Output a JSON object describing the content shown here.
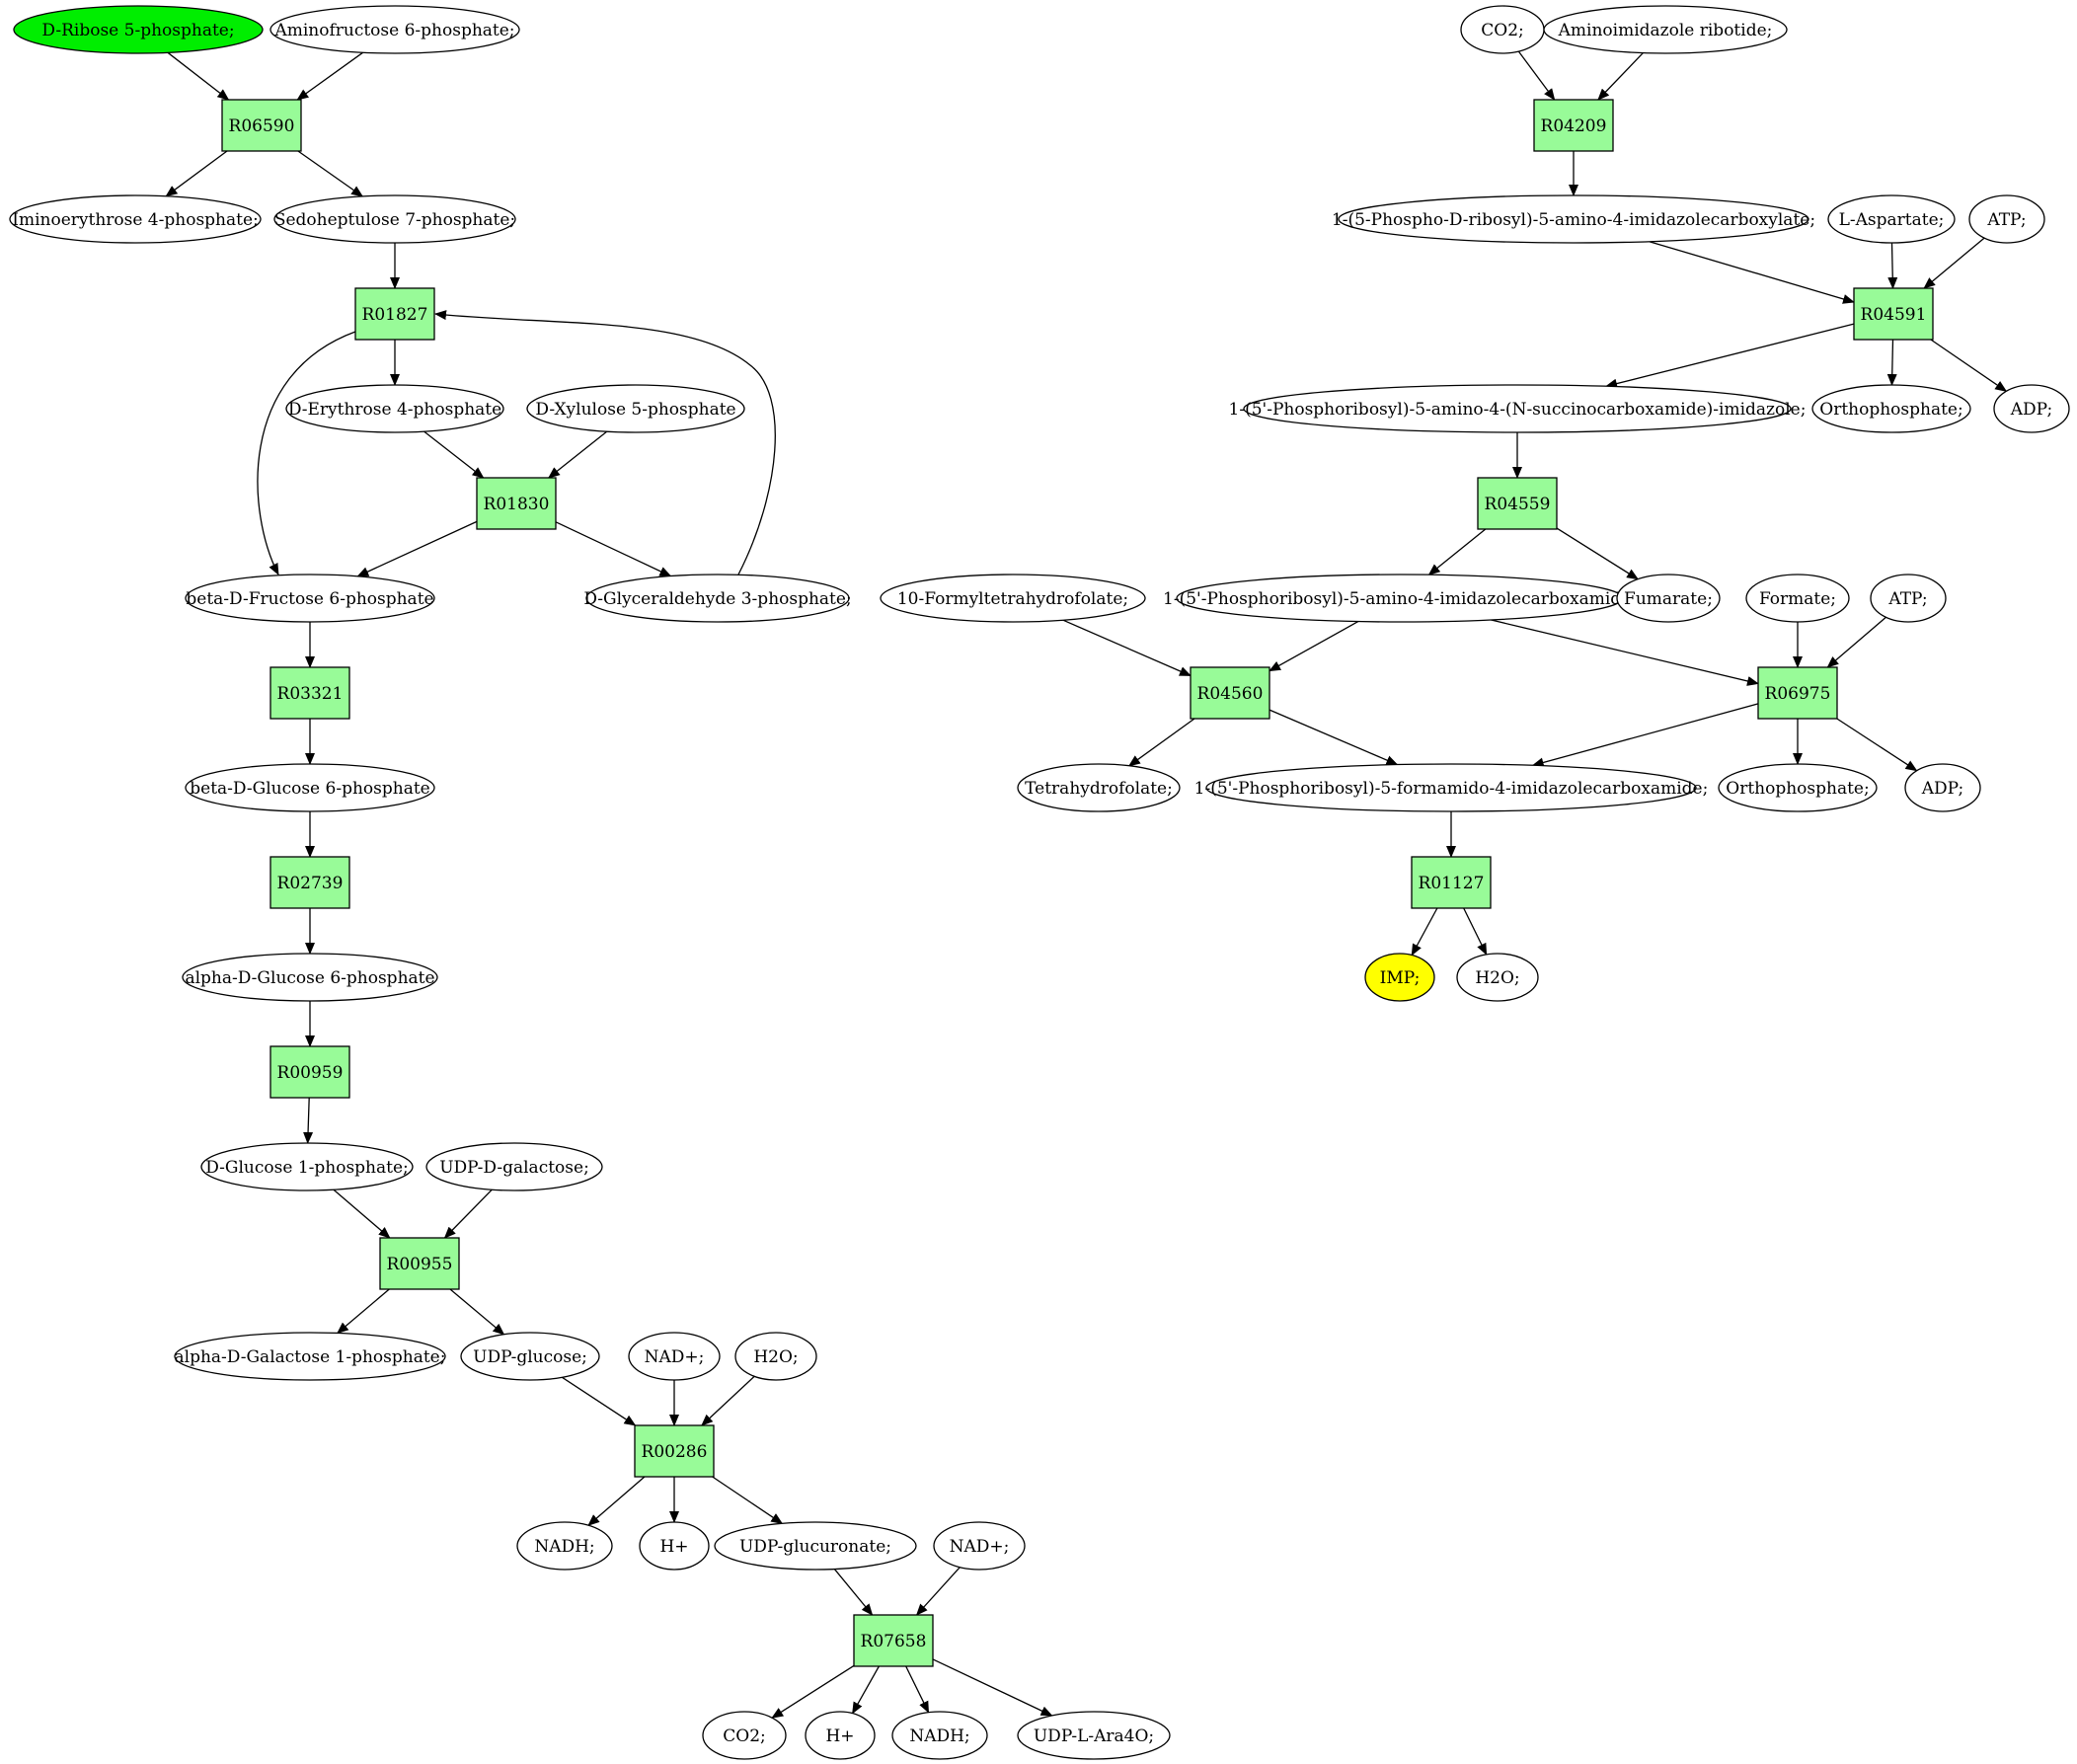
{
  "colors": {
    "reaction_fill": "#98FB98",
    "compound_fill": "#FFFFFF",
    "start_fill": "#00EE00",
    "target_fill": "#FFFF00",
    "stroke": "#000000"
  },
  "nodes": [
    {
      "id": "c_ribose5p",
      "kind": "compound",
      "label": "D-Ribose 5-phosphate;",
      "highlight": "start"
    },
    {
      "id": "c_aminofructose6p",
      "kind": "compound",
      "label": "Aminofructose 6-phosphate;"
    },
    {
      "id": "r_R06590",
      "kind": "reaction",
      "label": "R06590"
    },
    {
      "id": "c_iminoerythrose4p",
      "kind": "compound",
      "label": "Iminoerythrose 4-phosphate;"
    },
    {
      "id": "c_sedoheptulose7p",
      "kind": "compound",
      "label": "Sedoheptulose 7-phosphate;"
    },
    {
      "id": "r_R01827",
      "kind": "reaction",
      "label": "R01827"
    },
    {
      "id": "c_derythrose4p",
      "kind": "compound",
      "label": "D-Erythrose 4-phosphate"
    },
    {
      "id": "c_dxylulose5p",
      "kind": "compound",
      "label": "D-Xylulose 5-phosphate"
    },
    {
      "id": "r_R01830",
      "kind": "reaction",
      "label": "R01830"
    },
    {
      "id": "c_bdfructose6p",
      "kind": "compound",
      "label": "beta-D-Fructose 6-phosphate"
    },
    {
      "id": "c_glyceraldehyde3p",
      "kind": "compound",
      "label": "D-Glyceraldehyde 3-phosphate;"
    },
    {
      "id": "r_R03321",
      "kind": "reaction",
      "label": "R03321"
    },
    {
      "id": "c_bdglucose6p",
      "kind": "compound",
      "label": "beta-D-Glucose 6-phosphate"
    },
    {
      "id": "r_R02739",
      "kind": "reaction",
      "label": "R02739"
    },
    {
      "id": "c_adglucose6p",
      "kind": "compound",
      "label": "alpha-D-Glucose 6-phosphate"
    },
    {
      "id": "r_R00959",
      "kind": "reaction",
      "label": "R00959"
    },
    {
      "id": "c_dglucose1p",
      "kind": "compound",
      "label": "D-Glucose 1-phosphate;"
    },
    {
      "id": "c_udpdgalactose",
      "kind": "compound",
      "label": "UDP-D-galactose;"
    },
    {
      "id": "r_R00955",
      "kind": "reaction",
      "label": "R00955"
    },
    {
      "id": "c_adgalactose1p",
      "kind": "compound",
      "label": "alpha-D-Galactose 1-phosphate;"
    },
    {
      "id": "c_udpglucose",
      "kind": "compound",
      "label": "UDP-glucose;"
    },
    {
      "id": "c_nad_1",
      "kind": "compound",
      "label": "NAD+;"
    },
    {
      "id": "c_h2o_1",
      "kind": "compound",
      "label": "H2O;"
    },
    {
      "id": "r_R00286",
      "kind": "reaction",
      "label": "R00286"
    },
    {
      "id": "c_nadh_1",
      "kind": "compound",
      "label": "NADH;"
    },
    {
      "id": "c_hplus_1",
      "kind": "compound",
      "label": "H+"
    },
    {
      "id": "c_udpglucuronate",
      "kind": "compound",
      "label": "UDP-glucuronate;"
    },
    {
      "id": "c_nad_2",
      "kind": "compound",
      "label": "NAD+;"
    },
    {
      "id": "r_R07658",
      "kind": "reaction",
      "label": "R07658"
    },
    {
      "id": "c_co2_2",
      "kind": "compound",
      "label": "CO2;"
    },
    {
      "id": "c_hplus_2",
      "kind": "compound",
      "label": "H+"
    },
    {
      "id": "c_nadh_2",
      "kind": "compound",
      "label": "NADH;"
    },
    {
      "id": "c_udplara4o",
      "kind": "compound",
      "label": "UDP-L-Ara4O;"
    },
    {
      "id": "c_co2_1",
      "kind": "compound",
      "label": "CO2;"
    },
    {
      "id": "c_air",
      "kind": "compound",
      "label": "Aminoimidazole ribotide;"
    },
    {
      "id": "r_R04209",
      "kind": "reaction",
      "label": "R04209"
    },
    {
      "id": "c_cair",
      "kind": "compound",
      "label": "1-(5-Phospho-D-ribosyl)-5-amino-4-imidazolecarboxylate;"
    },
    {
      "id": "c_laspartate",
      "kind": "compound",
      "label": "L-Aspartate;"
    },
    {
      "id": "c_atp_1",
      "kind": "compound",
      "label": "ATP;"
    },
    {
      "id": "r_R04591",
      "kind": "reaction",
      "label": "R04591"
    },
    {
      "id": "c_saicar",
      "kind": "compound",
      "label": "1-(5'-Phosphoribosyl)-5-amino-4-(N-succinocarboxamide)-imidazole;"
    },
    {
      "id": "c_ortho_1",
      "kind": "compound",
      "label": "Orthophosphate;"
    },
    {
      "id": "c_adp_1",
      "kind": "compound",
      "label": "ADP;"
    },
    {
      "id": "r_R04559",
      "kind": "reaction",
      "label": "R04559"
    },
    {
      "id": "c_formylthf",
      "kind": "compound",
      "label": "10-Formyltetrahydrofolate;"
    },
    {
      "id": "c_aicar",
      "kind": "compound",
      "label": "1-(5'-Phosphoribosyl)-5-amino-4-imidazolecarboxamide;"
    },
    {
      "id": "c_fumarate",
      "kind": "compound",
      "label": "Fumarate;"
    },
    {
      "id": "c_formate",
      "kind": "compound",
      "label": "Formate;"
    },
    {
      "id": "c_atp_2",
      "kind": "compound",
      "label": "ATP;"
    },
    {
      "id": "r_R04560",
      "kind": "reaction",
      "label": "R04560"
    },
    {
      "id": "r_R06975",
      "kind": "reaction",
      "label": "R06975"
    },
    {
      "id": "c_thf",
      "kind": "compound",
      "label": "Tetrahydrofolate;"
    },
    {
      "id": "c_faicar",
      "kind": "compound",
      "label": "1-(5'-Phosphoribosyl)-5-formamido-4-imidazolecarboxamide;"
    },
    {
      "id": "c_ortho_2",
      "kind": "compound",
      "label": "Orthophosphate;"
    },
    {
      "id": "c_adp_2",
      "kind": "compound",
      "label": "ADP;"
    },
    {
      "id": "r_R01127",
      "kind": "reaction",
      "label": "R01127"
    },
    {
      "id": "c_imp",
      "kind": "compound",
      "label": "IMP;",
      "highlight": "target"
    },
    {
      "id": "c_h2o_2",
      "kind": "compound",
      "label": "H2O;"
    }
  ],
  "edges": [
    {
      "from": "c_ribose5p",
      "to": "r_R06590"
    },
    {
      "from": "c_aminofructose6p",
      "to": "r_R06590"
    },
    {
      "from": "r_R06590",
      "to": "c_iminoerythrose4p"
    },
    {
      "from": "r_R06590",
      "to": "c_sedoheptulose7p"
    },
    {
      "from": "c_sedoheptulose7p",
      "to": "r_R01827"
    },
    {
      "from": "r_R01827",
      "to": "c_derythrose4p"
    },
    {
      "from": "r_R01827",
      "to": "c_bdfructose6p"
    },
    {
      "from": "c_derythrose4p",
      "to": "r_R01830"
    },
    {
      "from": "c_dxylulose5p",
      "to": "r_R01830"
    },
    {
      "from": "r_R01830",
      "to": "c_bdfructose6p"
    },
    {
      "from": "r_R01830",
      "to": "c_glyceraldehyde3p"
    },
    {
      "from": "c_glyceraldehyde3p",
      "to": "r_R01827"
    },
    {
      "from": "c_bdfructose6p",
      "to": "r_R03321"
    },
    {
      "from": "r_R03321",
      "to": "c_bdglucose6p"
    },
    {
      "from": "c_bdglucose6p",
      "to": "r_R02739"
    },
    {
      "from": "r_R02739",
      "to": "c_adglucose6p"
    },
    {
      "from": "c_adglucose6p",
      "to": "r_R00959"
    },
    {
      "from": "r_R00959",
      "to": "c_dglucose1p"
    },
    {
      "from": "c_dglucose1p",
      "to": "r_R00955"
    },
    {
      "from": "c_udpdgalactose",
      "to": "r_R00955"
    },
    {
      "from": "r_R00955",
      "to": "c_adgalactose1p"
    },
    {
      "from": "r_R00955",
      "to": "c_udpglucose"
    },
    {
      "from": "c_udpglucose",
      "to": "r_R00286"
    },
    {
      "from": "c_nad_1",
      "to": "r_R00286"
    },
    {
      "from": "c_h2o_1",
      "to": "r_R00286"
    },
    {
      "from": "r_R00286",
      "to": "c_nadh_1"
    },
    {
      "from": "r_R00286",
      "to": "c_hplus_1"
    },
    {
      "from": "r_R00286",
      "to": "c_udpglucuronate"
    },
    {
      "from": "c_udpglucuronate",
      "to": "r_R07658"
    },
    {
      "from": "c_nad_2",
      "to": "r_R07658"
    },
    {
      "from": "r_R07658",
      "to": "c_co2_2"
    },
    {
      "from": "r_R07658",
      "to": "c_hplus_2"
    },
    {
      "from": "r_R07658",
      "to": "c_nadh_2"
    },
    {
      "from": "r_R07658",
      "to": "c_udplara4o"
    },
    {
      "from": "c_co2_1",
      "to": "r_R04209"
    },
    {
      "from": "c_air",
      "to": "r_R04209"
    },
    {
      "from": "r_R04209",
      "to": "c_cair"
    },
    {
      "from": "c_cair",
      "to": "r_R04591"
    },
    {
      "from": "c_laspartate",
      "to": "r_R04591"
    },
    {
      "from": "c_atp_1",
      "to": "r_R04591"
    },
    {
      "from": "r_R04591",
      "to": "c_saicar"
    },
    {
      "from": "r_R04591",
      "to": "c_ortho_1"
    },
    {
      "from": "r_R04591",
      "to": "c_adp_1"
    },
    {
      "from": "c_saicar",
      "to": "r_R04559"
    },
    {
      "from": "r_R04559",
      "to": "c_aicar"
    },
    {
      "from": "r_R04559",
      "to": "c_fumarate"
    },
    {
      "from": "c_formylthf",
      "to": "r_R04560"
    },
    {
      "from": "c_aicar",
      "to": "r_R04560"
    },
    {
      "from": "c_aicar",
      "to": "r_R06975"
    },
    {
      "from": "c_formate",
      "to": "r_R06975"
    },
    {
      "from": "c_atp_2",
      "to": "r_R06975"
    },
    {
      "from": "r_R04560",
      "to": "c_thf"
    },
    {
      "from": "r_R04560",
      "to": "c_faicar"
    },
    {
      "from": "r_R06975",
      "to": "c_faicar"
    },
    {
      "from": "r_R06975",
      "to": "c_ortho_2"
    },
    {
      "from": "r_R06975",
      "to": "c_adp_2"
    },
    {
      "from": "c_faicar",
      "to": "r_R01127"
    },
    {
      "from": "r_R01127",
      "to": "c_imp"
    },
    {
      "from": "r_R01127",
      "to": "c_h2o_2"
    }
  ]
}
